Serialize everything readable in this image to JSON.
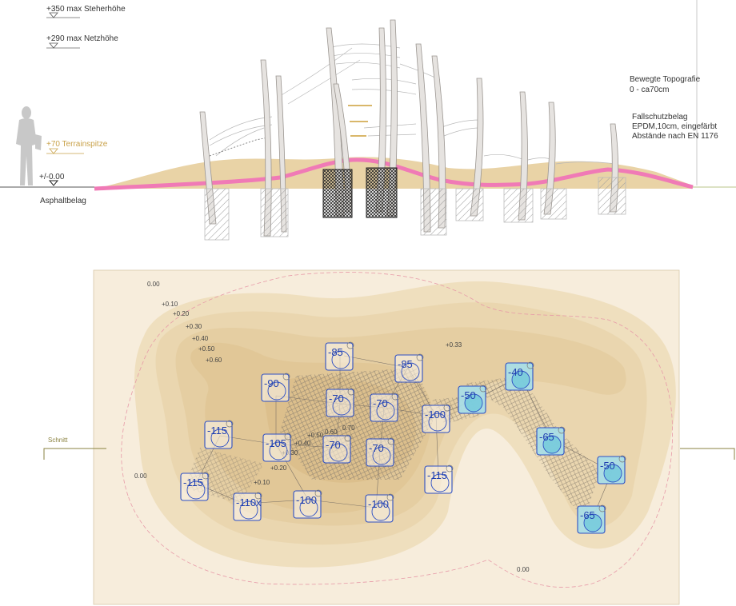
{
  "elevation": {
    "max_post_height": "+350  max Steherhöhe",
    "max_net_height": "+290  max Netzhöhe",
    "terrain_peak": "+70 Terrainspitze",
    "ground_level": "+/-0.00",
    "ground_surface": "Asphaltbelag",
    "topography_note_line1": "Bewegte Topografie",
    "topography_note_line2": "0 - ca70cm",
    "safety_surface_line1": "Fallschutzbelag",
    "safety_surface_line2": "EPDM,10cm, eingefärbt",
    "safety_surface_line3": "Abstände nach EN 1176"
  },
  "plan": {
    "section_label": "Schnitt",
    "corner_levels": [
      "0.00",
      "0.00",
      "0.00"
    ],
    "contour_levels": [
      "+0.10",
      "+0.20",
      "+0.30",
      "+0.40",
      "+0.50",
      "+0.60"
    ],
    "center_levels": [
      "+0.33",
      "0.70",
      "0.60",
      "+0.50",
      "+0.40",
      "+0.30",
      "+0.20",
      "+0.10"
    ],
    "posts": [
      {
        "label": "-85",
        "tint": "white"
      },
      {
        "label": "-85",
        "tint": "white"
      },
      {
        "label": "-90",
        "tint": "white"
      },
      {
        "label": "-70",
        "tint": "white"
      },
      {
        "label": "-70",
        "tint": "white"
      },
      {
        "label": "-100",
        "tint": "white"
      },
      {
        "label": "-50",
        "tint": "cyan"
      },
      {
        "label": "-40",
        "tint": "cyan"
      },
      {
        "label": "-115",
        "tint": "white"
      },
      {
        "label": "-105",
        "tint": "white"
      },
      {
        "label": "-70",
        "tint": "white"
      },
      {
        "label": "-70",
        "tint": "white"
      },
      {
        "label": "-65",
        "tint": "cyan"
      },
      {
        "label": "-115",
        "tint": "white"
      },
      {
        "label": "-50",
        "tint": "cyan"
      },
      {
        "label": "-115",
        "tint": "white"
      },
      {
        "label": "-110x",
        "tint": "white"
      },
      {
        "label": "-100",
        "tint": "white"
      },
      {
        "label": "-100",
        "tint": "white"
      },
      {
        "label": "-65",
        "tint": "cyan"
      }
    ]
  },
  "colors": {
    "sand": "#e9d3a6",
    "epdm": "#f07ab6",
    "post_text": "#1f3fb0",
    "terrain_label": "#c9a24a"
  }
}
